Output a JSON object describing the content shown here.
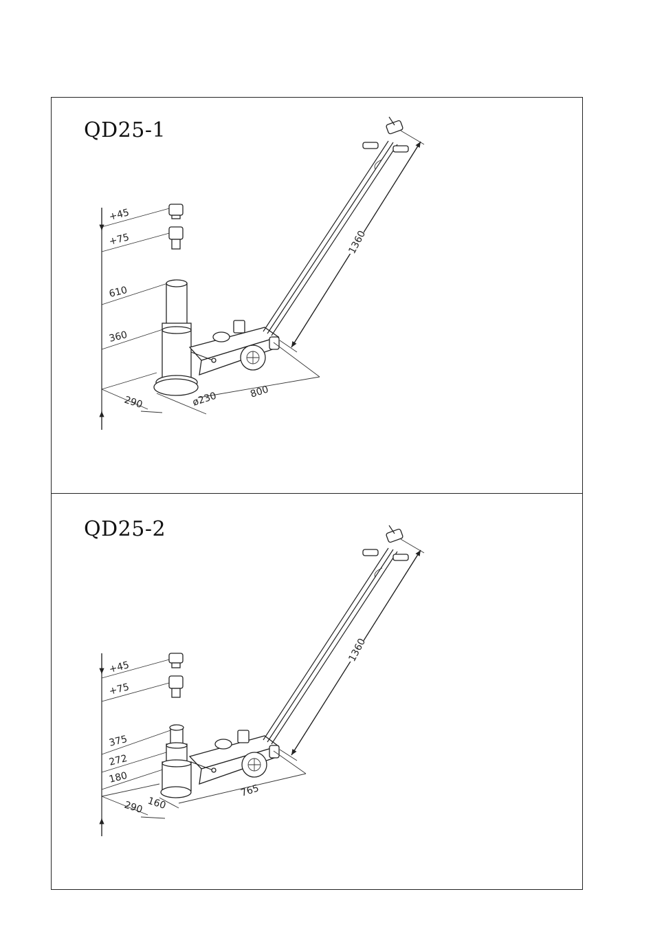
{
  "panels": [
    {
      "title": "QD25-1",
      "handle_length": "1360",
      "heights": [
        "+45",
        "+75",
        "610",
        "360"
      ],
      "base_width": "290",
      "saddle_diameter": "ø230",
      "length": "800"
    },
    {
      "title": "QD25-2",
      "handle_length": "1360",
      "heights": [
        "+45",
        "+75",
        "375",
        "272",
        "180"
      ],
      "base_width": "290",
      "saddle_diameter": "160",
      "length": "765"
    }
  ],
  "colors": {
    "line": "#222222",
    "background": "#ffffff"
  }
}
